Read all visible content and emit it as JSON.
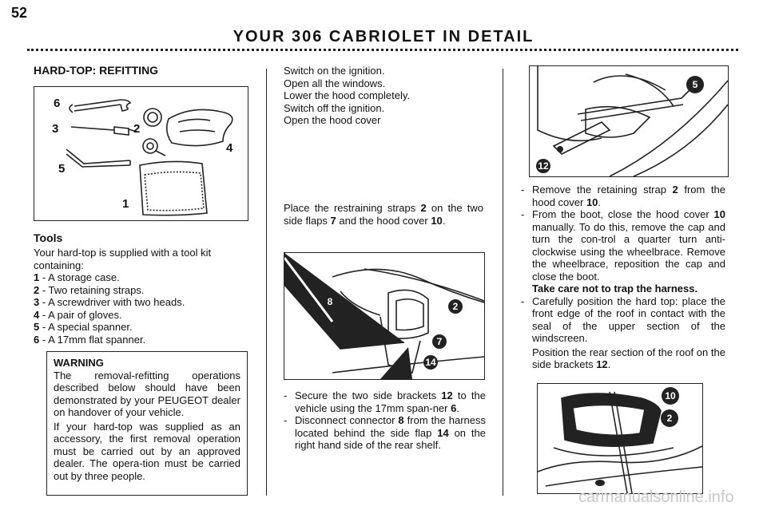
{
  "page": {
    "number": "52",
    "title": "YOUR 306 CABRIOLET IN DETAIL",
    "watermark": "carmanualsonline.info"
  },
  "left": {
    "heading": "HARD-TOP: REFITTING",
    "figure_labels": [
      "6",
      "3",
      "2",
      "4",
      "5",
      "1"
    ],
    "tools_heading": "Tools",
    "tools_intro": "Your hard-top is supplied with a tool kit containing:",
    "tools": [
      {
        "n": "1",
        "text": " - A storage case."
      },
      {
        "n": "2",
        "text": " - Two retaining straps."
      },
      {
        "n": "3",
        "text": " - A screwdriver with two heads."
      },
      {
        "n": "4",
        "text": " - A pair of gloves."
      },
      {
        "n": "5",
        "text": " - A special spanner."
      },
      {
        "n": "6",
        "text": " - A 17mm flat spanner."
      }
    ],
    "warning_title": "WARNING",
    "warning_p1": "The removal-refitting operations described below should have been demonstrated by your PEUGEOT dealer on handover of your vehicle.",
    "warning_p2": "If your hard-top was supplied as an accessory, the first removal operation must be carried out by an approved dealer. The opera-tion must be carried out by three people."
  },
  "middle": {
    "steps": [
      "Switch on the ignition.",
      "Open all the windows.",
      "Lower the hood completely.",
      "Switch off the ignition.",
      "Open the hood cover"
    ],
    "straps_a": "Place the restraining straps ",
    "straps_n1": "2",
    "straps_b": " on the two side flaps ",
    "straps_n2": "7",
    "straps_c": " and the hood cover ",
    "straps_n3": "10",
    "straps_d": ".",
    "figure_labels": [
      "8",
      "2",
      "7",
      "14"
    ],
    "list": [
      {
        "a": "Secure the two side brackets ",
        "n": "12",
        "b": " to the vehicle using the 17mm span-ner ",
        "n2": "6",
        "c": "."
      },
      {
        "a": "Disconnect connector ",
        "n": "8",
        "b": " from the harness located behind the side flap ",
        "n2": "14",
        "c": " on the right hand side of the rear shelf."
      }
    ]
  },
  "right": {
    "figure_top_labels": [
      "5",
      "12"
    ],
    "list": [
      {
        "a": "Remove the retaining strap ",
        "n": "2",
        "b": " from the hood cover ",
        "n2": "10",
        "c": "."
      },
      {
        "a": "From the boot, close the hood cover ",
        "n": "10",
        "b": " manually. To do this, remove the cap and turn the con-trol a quarter turn anti-clockwise using the wheelbrace. Remove the wheelbrace, reposition the cap and close the boot.",
        "n2": "",
        "c": ""
      }
    ],
    "bold_note": "Take care not to trap the harness.",
    "item3": "Carefully position the hard top: place the front edge of the roof in contact with the seal of the upper section of the windscreen.",
    "item3_p2a": "Position the rear section of the roof on the side brackets ",
    "item3_p2n": "12",
    "item3_p2b": ".",
    "figure_bottom_labels": [
      "10",
      "2"
    ]
  }
}
